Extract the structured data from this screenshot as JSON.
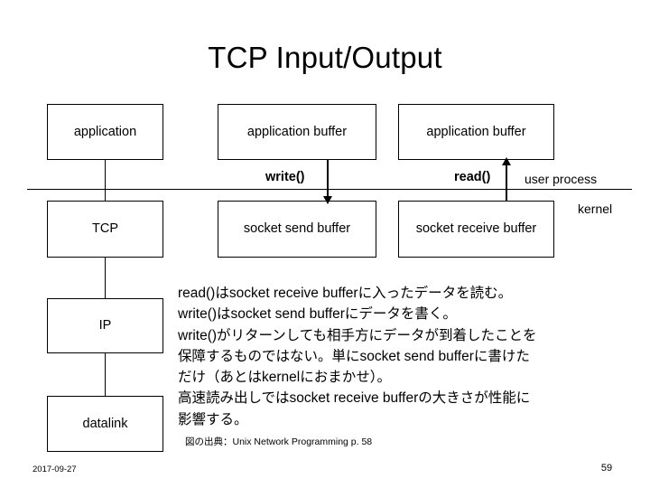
{
  "slide": {
    "title": "TCP Input/Output",
    "diagram": {
      "type": "block-diagram",
      "boxes": [
        {
          "id": "application",
          "label": "application"
        },
        {
          "id": "app-buffer-send",
          "label": "application buffer"
        },
        {
          "id": "app-buffer-receive",
          "label": "application buffer"
        },
        {
          "id": "tcp",
          "label": "TCP"
        },
        {
          "id": "socket-send-buffer",
          "label": "socket send buffer"
        },
        {
          "id": "socket-receive-buffer",
          "label": "socket receive buffer"
        },
        {
          "id": "ip",
          "label": "IP"
        },
        {
          "id": "datalink",
          "label": "datalink"
        }
      ],
      "arrows": [
        {
          "id": "write",
          "label": "write()",
          "direction": "down",
          "from": "app-buffer-send",
          "to": "socket-send-buffer"
        },
        {
          "id": "read",
          "label": "read()",
          "direction": "up",
          "from": "socket-receive-buffer",
          "to": "app-buffer-receive"
        }
      ],
      "regions": {
        "above_divider": "user process",
        "below_divider": "kernel"
      }
    },
    "notes": "read()はsocket receive bufferに入ったデータを読む。\nwrite()はsocket send bufferにデータを書く。\nwrite()がリターンしても相手方にデータが到着したことを\n保障するものではない。単にsocket send bufferに書けた\nだけ（あとはkernelにおまかせ）。\n高速読み出しではsocket receive bufferの大きさが性能に\n影響する。",
    "source": "図の出典：Unix Network Programming p. 58",
    "footer": {
      "date": "2017-09-27",
      "page_number": "59"
    },
    "colors": {
      "background": "#ffffff",
      "ink": "#000000"
    }
  }
}
